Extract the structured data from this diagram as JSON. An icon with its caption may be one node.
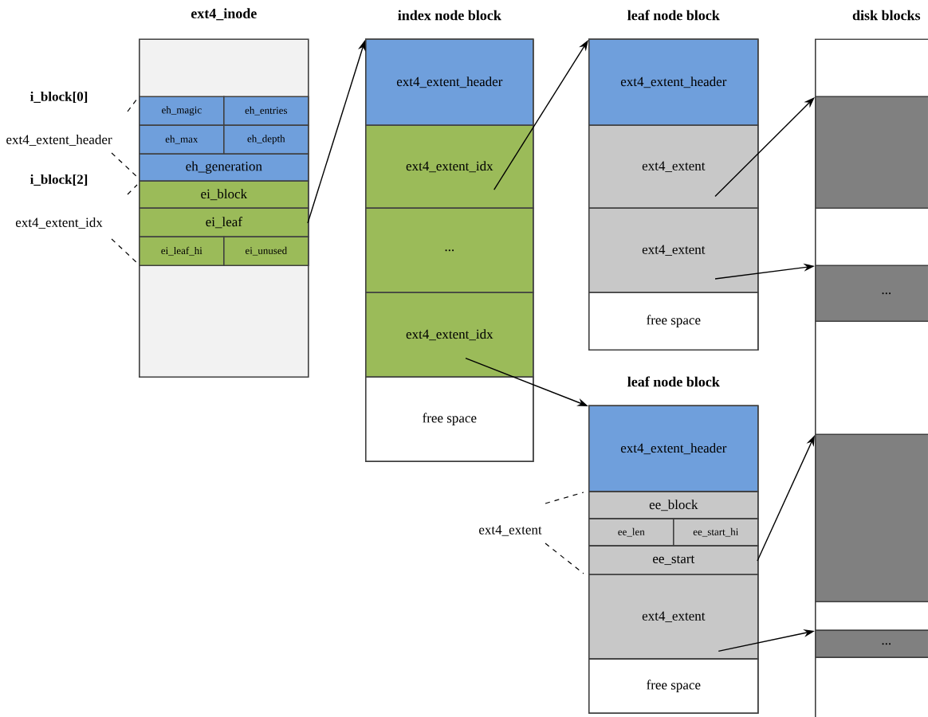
{
  "diagram": {
    "nodes": [
      {
        "text": [
          "ext4_inode"
        ]
      },
      {
        "text": [
          "eh_magic"
        ],
        "in": 0
      },
      {
        "text": [
          "eh_entries"
        ],
        "in": 0
      },
      {
        "text": [
          "eh_max"
        ],
        "in": 0
      },
      {
        "text": [
          "eh_depth"
        ],
        "in": 0
      },
      {
        "text": [
          "eh_generation"
        ],
        "in": 0
      },
      {
        "text": [
          "ei_block"
        ],
        "in": 0
      },
      {
        "text": [
          "ei_leaf"
        ],
        "in": 0
      },
      {
        "text": [
          "ei_leaf_hi"
        ],
        "in": 0
      },
      {
        "text": [
          "ei_unused"
        ],
        "in": 0
      },
      {
        "text": [
          "index node block"
        ]
      },
      {
        "text": [
          "ext4_extent_header"
        ],
        "in": 10
      },
      {
        "text": [
          "ext4_extent_idx"
        ],
        "in": 10
      },
      {
        "text": [
          "..."
        ],
        "in": 10
      },
      {
        "text": [
          "ext4_extent_idx"
        ],
        "in": 10
      },
      {
        "text": [
          "free space"
        ],
        "in": 10
      },
      {
        "text": [
          "leaf node block"
        ]
      },
      {
        "text": [
          "ext4_extent_header"
        ],
        "in": 16
      },
      {
        "text": [
          "ext4_extent"
        ],
        "in": 16
      },
      {
        "text": [
          "ext4_extent"
        ],
        "in": 16
      },
      {
        "text": [
          "free space"
        ],
        "in": 16
      },
      {
        "text": [
          "leaf node block"
        ]
      },
      {
        "text": [
          "ext4_extent_header"
        ],
        "in": 21
      },
      {
        "text": [
          "ee_block"
        ],
        "in": 21
      },
      {
        "text": [
          "ee_len"
        ],
        "in": 21
      },
      {
        "text": [
          "ee_start_hi"
        ],
        "in": 21
      },
      {
        "text": [
          "ee_start"
        ],
        "in": 21
      },
      {
        "text": [
          "ext4_extent"
        ],
        "in": 21
      },
      {
        "text": [
          "free space"
        ],
        "in": 21
      },
      {
        "text": [
          "disk blocks"
        ]
      },
      {
        "text": [],
        "shape": "box",
        "in": 29
      },
      {
        "text": [
          "..."
        ],
        "in": 29
      },
      {
        "text": [],
        "shape": "box",
        "in": 29
      },
      {
        "text": [
          "..."
        ],
        "in": 29
      }
    ],
    "edges": [
      {
        "from": 7,
        "to": 10,
        "arrow": "to"
      },
      {
        "from": 12,
        "to": 16,
        "arrow": "to"
      },
      {
        "from": 14,
        "to": 21,
        "arrow": "to"
      },
      {
        "from": 18,
        "to": 30,
        "arrow": "to"
      },
      {
        "from": 19,
        "to": 31,
        "arrow": "to"
      },
      {
        "from": 26,
        "to": 32,
        "arrow": "to"
      },
      {
        "from": 27,
        "to": 33,
        "arrow": "to"
      }
    ],
    "labels": [
      "i_block[0]",
      "ext4_extent_header",
      "i_block[2]",
      "ext4_extent_idx",
      "ext4_extent"
    ]
  }
}
